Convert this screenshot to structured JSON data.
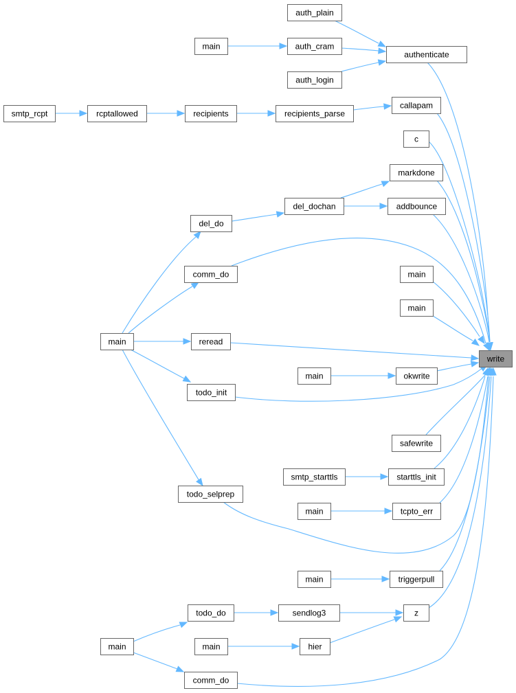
{
  "graph": {
    "title": "",
    "edge_color": "#63b8ff",
    "root_fill": "#999999",
    "nodes": [
      {
        "id": "write",
        "label": "write",
        "root": true
      },
      {
        "id": "authenticate",
        "label": "authenticate"
      },
      {
        "id": "auth_plain",
        "label": "auth_plain"
      },
      {
        "id": "auth_cram",
        "label": "auth_cram"
      },
      {
        "id": "auth_login",
        "label": "auth_login"
      },
      {
        "id": "main_auth",
        "label": "main"
      },
      {
        "id": "callapam",
        "label": "callapam"
      },
      {
        "id": "recipients_parse",
        "label": "recipients_parse"
      },
      {
        "id": "recipients",
        "label": "recipients"
      },
      {
        "id": "rcptallowed",
        "label": "rcptallowed"
      },
      {
        "id": "smtp_rcpt",
        "label": "smtp_rcpt"
      },
      {
        "id": "c",
        "label": "c"
      },
      {
        "id": "markdone",
        "label": "markdone"
      },
      {
        "id": "addbounce",
        "label": "addbounce"
      },
      {
        "id": "del_dochan",
        "label": "del_dochan"
      },
      {
        "id": "del_do",
        "label": "del_do"
      },
      {
        "id": "comm_do_1",
        "label": "comm_do"
      },
      {
        "id": "main_a",
        "label": "main"
      },
      {
        "id": "main_b",
        "label": "main"
      },
      {
        "id": "main_hub",
        "label": "main"
      },
      {
        "id": "reread",
        "label": "reread"
      },
      {
        "id": "todo_init",
        "label": "todo_init"
      },
      {
        "id": "okwrite",
        "label": "okwrite"
      },
      {
        "id": "main_ok",
        "label": "main"
      },
      {
        "id": "safewrite",
        "label": "safewrite"
      },
      {
        "id": "todo_selprep",
        "label": "todo_selprep"
      },
      {
        "id": "starttls_init",
        "label": "starttls_init"
      },
      {
        "id": "smtp_starttls",
        "label": "smtp_starttls"
      },
      {
        "id": "tcpto_err",
        "label": "tcpto_err"
      },
      {
        "id": "main_tcpto",
        "label": "main"
      },
      {
        "id": "triggerpull",
        "label": "triggerpull"
      },
      {
        "id": "main_trig",
        "label": "main"
      },
      {
        "id": "z",
        "label": "z"
      },
      {
        "id": "sendlog3",
        "label": "sendlog3"
      },
      {
        "id": "todo_do",
        "label": "todo_do"
      },
      {
        "id": "hier",
        "label": "hier"
      },
      {
        "id": "main_hier",
        "label": "main"
      },
      {
        "id": "main_bottom",
        "label": "main"
      },
      {
        "id": "comm_do_2",
        "label": "comm_do"
      }
    ],
    "edges": [
      {
        "from": "auth_plain",
        "to": "authenticate"
      },
      {
        "from": "main_auth",
        "to": "auth_cram"
      },
      {
        "from": "auth_cram",
        "to": "authenticate"
      },
      {
        "from": "auth_login",
        "to": "authenticate"
      },
      {
        "from": "authenticate",
        "to": "write"
      },
      {
        "from": "smtp_rcpt",
        "to": "rcptallowed"
      },
      {
        "from": "rcptallowed",
        "to": "recipients"
      },
      {
        "from": "recipients",
        "to": "recipients_parse"
      },
      {
        "from": "recipients_parse",
        "to": "callapam"
      },
      {
        "from": "callapam",
        "to": "write"
      },
      {
        "from": "c",
        "to": "write"
      },
      {
        "from": "del_dochan",
        "to": "markdone"
      },
      {
        "from": "del_dochan",
        "to": "addbounce"
      },
      {
        "from": "markdone",
        "to": "write"
      },
      {
        "from": "addbounce",
        "to": "write"
      },
      {
        "from": "del_do",
        "to": "del_dochan"
      },
      {
        "from": "main_hub",
        "to": "del_do"
      },
      {
        "from": "main_hub",
        "to": "comm_do_1"
      },
      {
        "from": "comm_do_1",
        "to": "write"
      },
      {
        "from": "main_a",
        "to": "write"
      },
      {
        "from": "main_b",
        "to": "write"
      },
      {
        "from": "main_hub",
        "to": "reread"
      },
      {
        "from": "reread",
        "to": "write"
      },
      {
        "from": "main_hub",
        "to": "todo_init"
      },
      {
        "from": "todo_init",
        "to": "write"
      },
      {
        "from": "main_ok",
        "to": "okwrite"
      },
      {
        "from": "okwrite",
        "to": "write"
      },
      {
        "from": "safewrite",
        "to": "write"
      },
      {
        "from": "main_hub",
        "to": "todo_selprep"
      },
      {
        "from": "todo_selprep",
        "to": "write"
      },
      {
        "from": "smtp_starttls",
        "to": "starttls_init"
      },
      {
        "from": "starttls_init",
        "to": "write"
      },
      {
        "from": "main_tcpto",
        "to": "tcpto_err"
      },
      {
        "from": "tcpto_err",
        "to": "write"
      },
      {
        "from": "main_trig",
        "to": "triggerpull"
      },
      {
        "from": "triggerpull",
        "to": "write"
      },
      {
        "from": "todo_do",
        "to": "sendlog3"
      },
      {
        "from": "sendlog3",
        "to": "z"
      },
      {
        "from": "hier",
        "to": "z"
      },
      {
        "from": "z",
        "to": "write"
      },
      {
        "from": "main_bottom",
        "to": "todo_do"
      },
      {
        "from": "main_hier",
        "to": "hier"
      },
      {
        "from": "main_bottom",
        "to": "comm_do_2"
      },
      {
        "from": "comm_do_2",
        "to": "write"
      }
    ]
  }
}
